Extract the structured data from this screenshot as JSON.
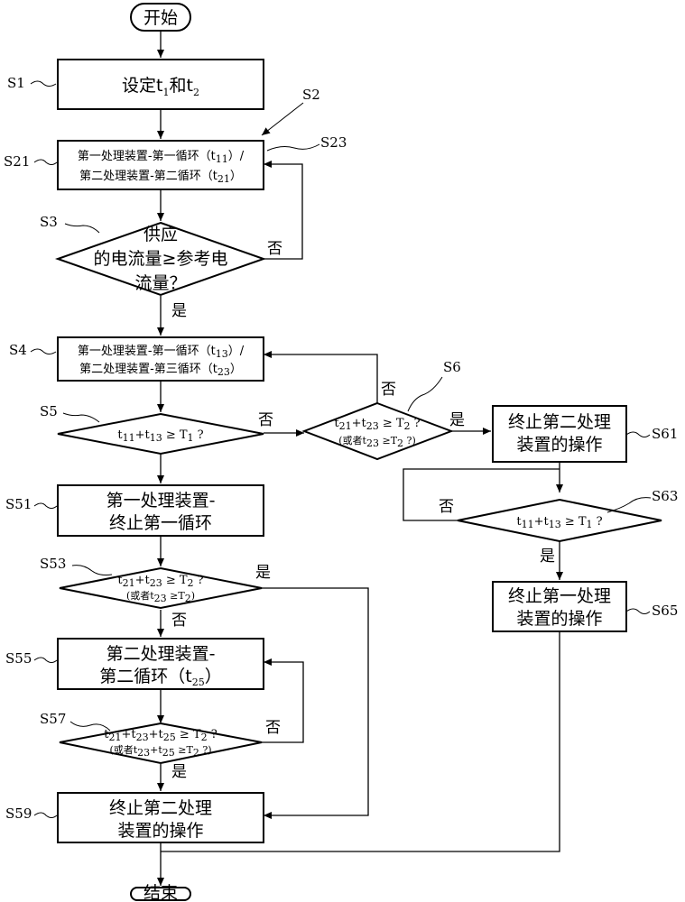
{
  "start": "开始",
  "end": "结束",
  "yes": "是",
  "no": "否",
  "labels": {
    "s1": "S1",
    "s2": "S2",
    "s21": "S21",
    "s23": "S23",
    "s3": "S3",
    "s4": "S4",
    "s5": "S5",
    "s6": "S6",
    "s51": "S51",
    "s53": "S53",
    "s55": "S55",
    "s57": "S57",
    "s59": "S59",
    "s61": "S61",
    "s63": "S63",
    "s65": "S65"
  },
  "s1": {
    "text": "设定t1和t2"
  },
  "s21": {
    "line1": "第一处理装置-第一循环（t11）/",
    "line2": "第二处理装置-第二循环（t21）"
  },
  "s3": {
    "line1": "供应",
    "line2": "的电流量≥参考电",
    "line3": "流量？"
  },
  "s4": {
    "line1": "第一处理装置-第一循环（t13）/",
    "line2": "第二处理装置-第三循环（t23）"
  },
  "s5": {
    "text": "t11+t13 ≥ T1 ?"
  },
  "s6": {
    "line1": "t21+t23 ≥ T2 ?",
    "line2": "(或者t23 ≥T2 ?)"
  },
  "s51": {
    "line1": "第一处理装置-",
    "line2": "终止第一循环"
  },
  "s53": {
    "line1": "t21+t23 ≥ T2 ?",
    "line2": "(或者t23 ≥T2)"
  },
  "s55": {
    "line1": "第二处理装置-",
    "line2": "第二循环（t25）"
  },
  "s57": {
    "line1": "t21+t23+t25 ≥ T2 ?",
    "line2": "(或者t23+t25 ≥T2 ?)"
  },
  "s59": {
    "line1": "终止第二处理",
    "line2": "装置的操作"
  },
  "s61": {
    "line1": "终止第二处理",
    "line2": "装置的操作"
  },
  "s63": {
    "text": "t11+t13 ≥ T1 ?"
  },
  "s65": {
    "line1": "终止第一处理",
    "line2": "装置的操作"
  }
}
